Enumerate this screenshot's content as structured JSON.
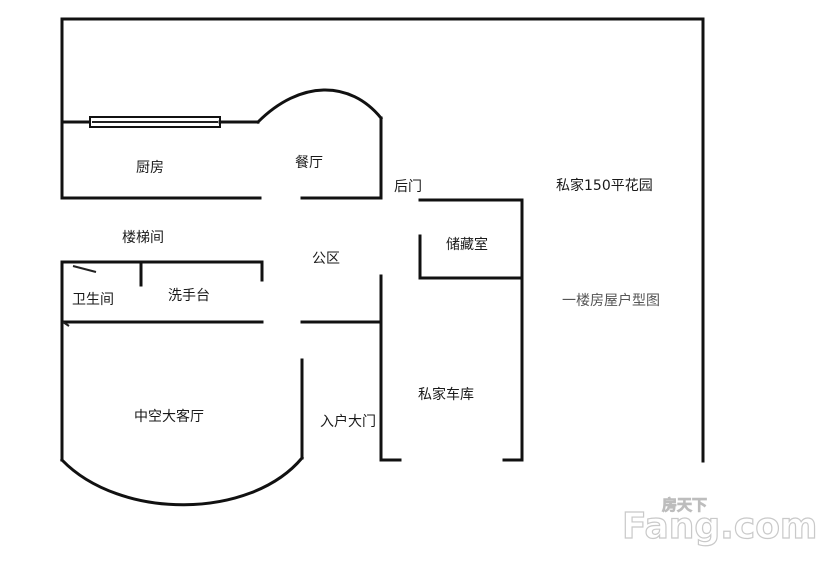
{
  "rooms": {
    "kitchen": "厨房",
    "dining": "餐厅",
    "back_door": "后门",
    "garden": "私家150平花园",
    "stairwell": "楼梯间",
    "storage": "储藏室",
    "public_area": "公区",
    "bathroom": "卫生间",
    "washstand": "洗手台",
    "floor_plan_title": "一楼房屋户型图",
    "garage": "私家车库",
    "living_room": "中空大客厅",
    "entrance": "入户大门"
  },
  "watermark": {
    "cn": "房天下",
    "en": "Fang.com"
  }
}
